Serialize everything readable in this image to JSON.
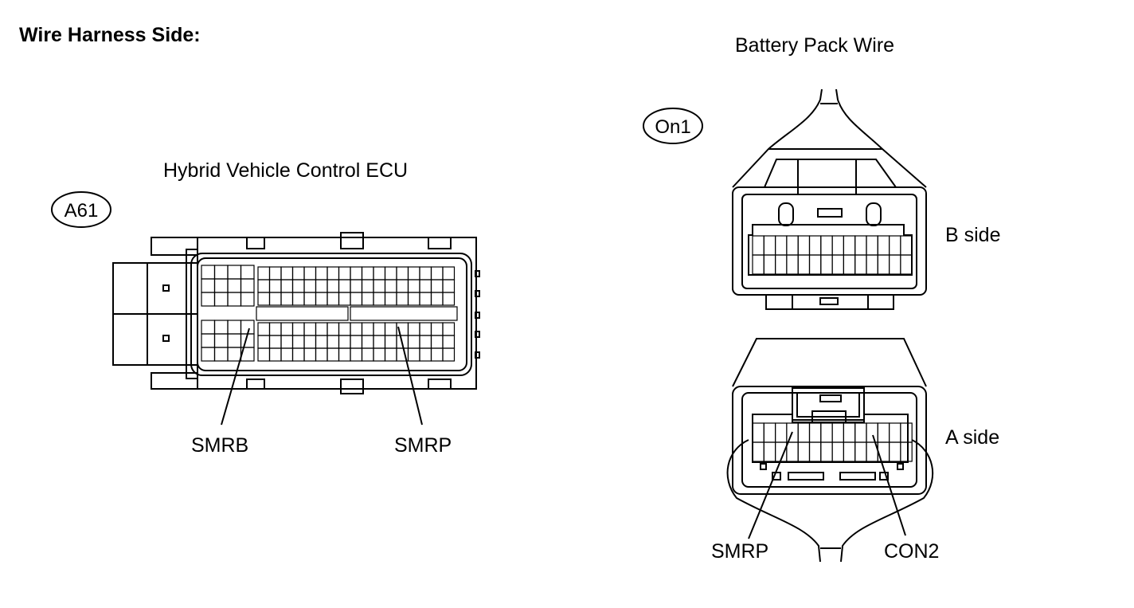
{
  "heading": "Wire Harness Side:",
  "left": {
    "title": "Hybrid Vehicle Control ECU",
    "connector_code": "A61",
    "pins": [
      "SMRB",
      "SMRP"
    ]
  },
  "right": {
    "title": "Battery Pack Wire",
    "connector_code": "On1",
    "b_side": "B side",
    "a_side": "A side",
    "pins": [
      "SMRP",
      "CON2"
    ]
  }
}
